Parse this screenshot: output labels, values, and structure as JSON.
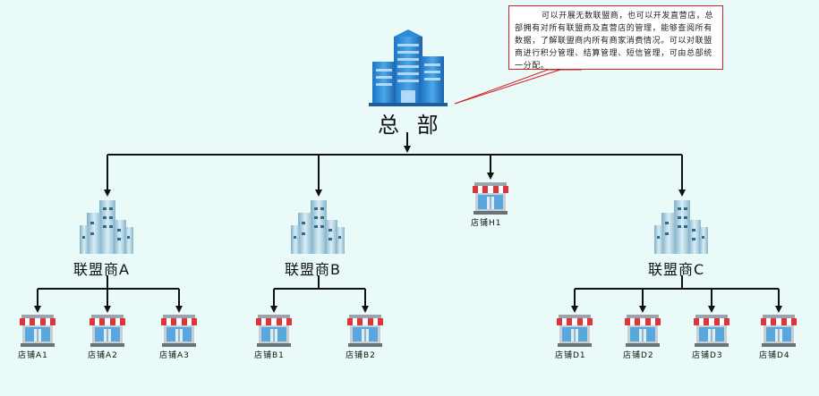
{
  "headquarters": {
    "label": "总 部",
    "note": "可以开展无数联盟商，也可以开发直营店，总部拥有对所有联盟商及直营店的管理，能够查阅所有数据，了解联盟商内所有商家消费情况。可以对联盟商进行积分管理、结算管理、短信管理，可由总部统一分配。"
  },
  "alliances": [
    {
      "label": "联盟商A",
      "stores": [
        "店铺A1",
        "店铺A2",
        "店铺A3"
      ]
    },
    {
      "label": "联盟商B",
      "stores": [
        "店铺B1",
        "店铺B2"
      ]
    },
    {
      "label": "联盟商C",
      "stores": [
        "店铺D1",
        "店铺D2",
        "店铺D3",
        "店铺D4"
      ]
    }
  ],
  "direct_store": {
    "label": "店铺H1"
  },
  "icons": {
    "hq": "office-building-icon",
    "alliance": "city-buildings-icon",
    "store": "storefront-icon"
  },
  "colors": {
    "background": "#e9faf8",
    "line": "#111111",
    "callout_border": "#d0202a",
    "awning_red": "#d9363e"
  }
}
